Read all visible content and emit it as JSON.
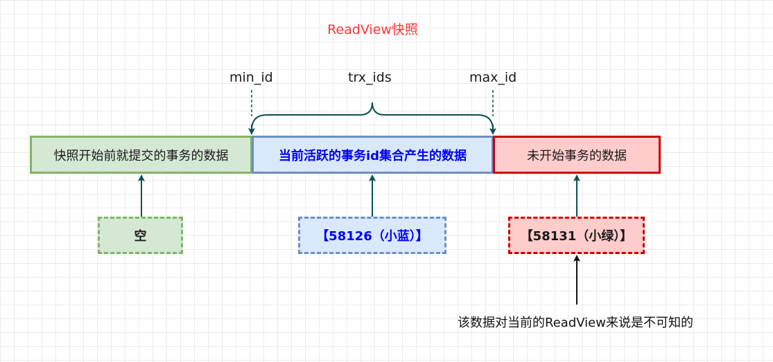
{
  "title": "ReadView快照",
  "labels": {
    "min_id": "min_id",
    "trx_ids": "trx_ids",
    "max_id": "max_id"
  },
  "segments": {
    "committed": "快照开始前就提交的事务的数据",
    "active": "当前活跃的事务id集合产生的数据",
    "future": "未开始事务的数据"
  },
  "examples": {
    "empty": "空",
    "xiaolan": "【58126（小蓝）】",
    "xiaolv": "【58131（小绿）】"
  },
  "note": "该数据对当前的ReadView来说是不可知的",
  "colors": {
    "title": "#ff3333",
    "green_fill": "#d5e8d4",
    "green_stroke": "#82b366",
    "blue_fill": "#dae8fc",
    "blue_stroke": "#6c8ebf",
    "red_fill": "#ffcccc",
    "red_stroke": "#cc0000",
    "arrow": "#0e4f4f",
    "active_text": "#0000ff"
  }
}
